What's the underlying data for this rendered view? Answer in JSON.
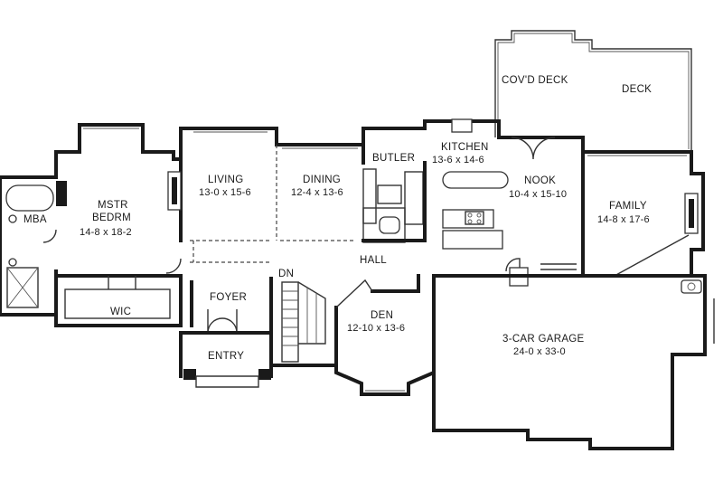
{
  "rooms": {
    "covd_deck": {
      "name": "COV'D DECK"
    },
    "deck": {
      "name": "DECK"
    },
    "kitchen": {
      "name": "KITCHEN",
      "dims": "13-6 x 14-6"
    },
    "butler": {
      "name": "BUTLER"
    },
    "living": {
      "name": "LIVING",
      "dims": "13-0 x 15-6"
    },
    "dining": {
      "name": "DINING",
      "dims": "12-4 x 13-6"
    },
    "nook": {
      "name": "NOOK",
      "dims": "10-4 x 15-10"
    },
    "family": {
      "name": "FAMILY",
      "dims": "14-8 x 17-6"
    },
    "mstr_bedrm": {
      "name_line1": "MSTR",
      "name_line2": "BEDRM",
      "dims": "14-8 x 18-2"
    },
    "mba": {
      "name": "MBA"
    },
    "wic": {
      "name": "WIC"
    },
    "foyer": {
      "name": "FOYER"
    },
    "entry": {
      "name": "ENTRY"
    },
    "hall": {
      "name": "HALL"
    },
    "stair": {
      "name": "DN"
    },
    "den": {
      "name": "DEN",
      "dims": "12-10 x 13-6"
    },
    "garage": {
      "name": "3-CAR GARAGE",
      "dims": "24-0 x 33-0"
    }
  }
}
